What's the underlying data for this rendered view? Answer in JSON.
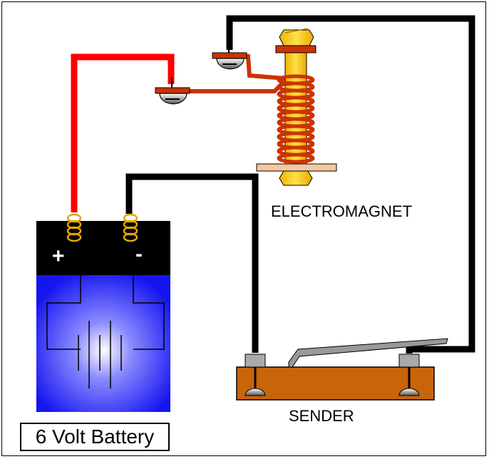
{
  "labels": {
    "electromagnet": "ELECTROMAGNET",
    "sender": "SENDER",
    "battery": "6 Volt Battery",
    "plus": "+",
    "minus": "-"
  },
  "colors": {
    "positive_wire": "#ff0000",
    "negative_wire": "#000000",
    "coil_wire": "#cc3300",
    "bolt": "#f5c518",
    "battery_body": "#1a1aff",
    "sender_base": "#c8640a",
    "washer": "#f5c7a0",
    "spring": "#e6a800"
  }
}
